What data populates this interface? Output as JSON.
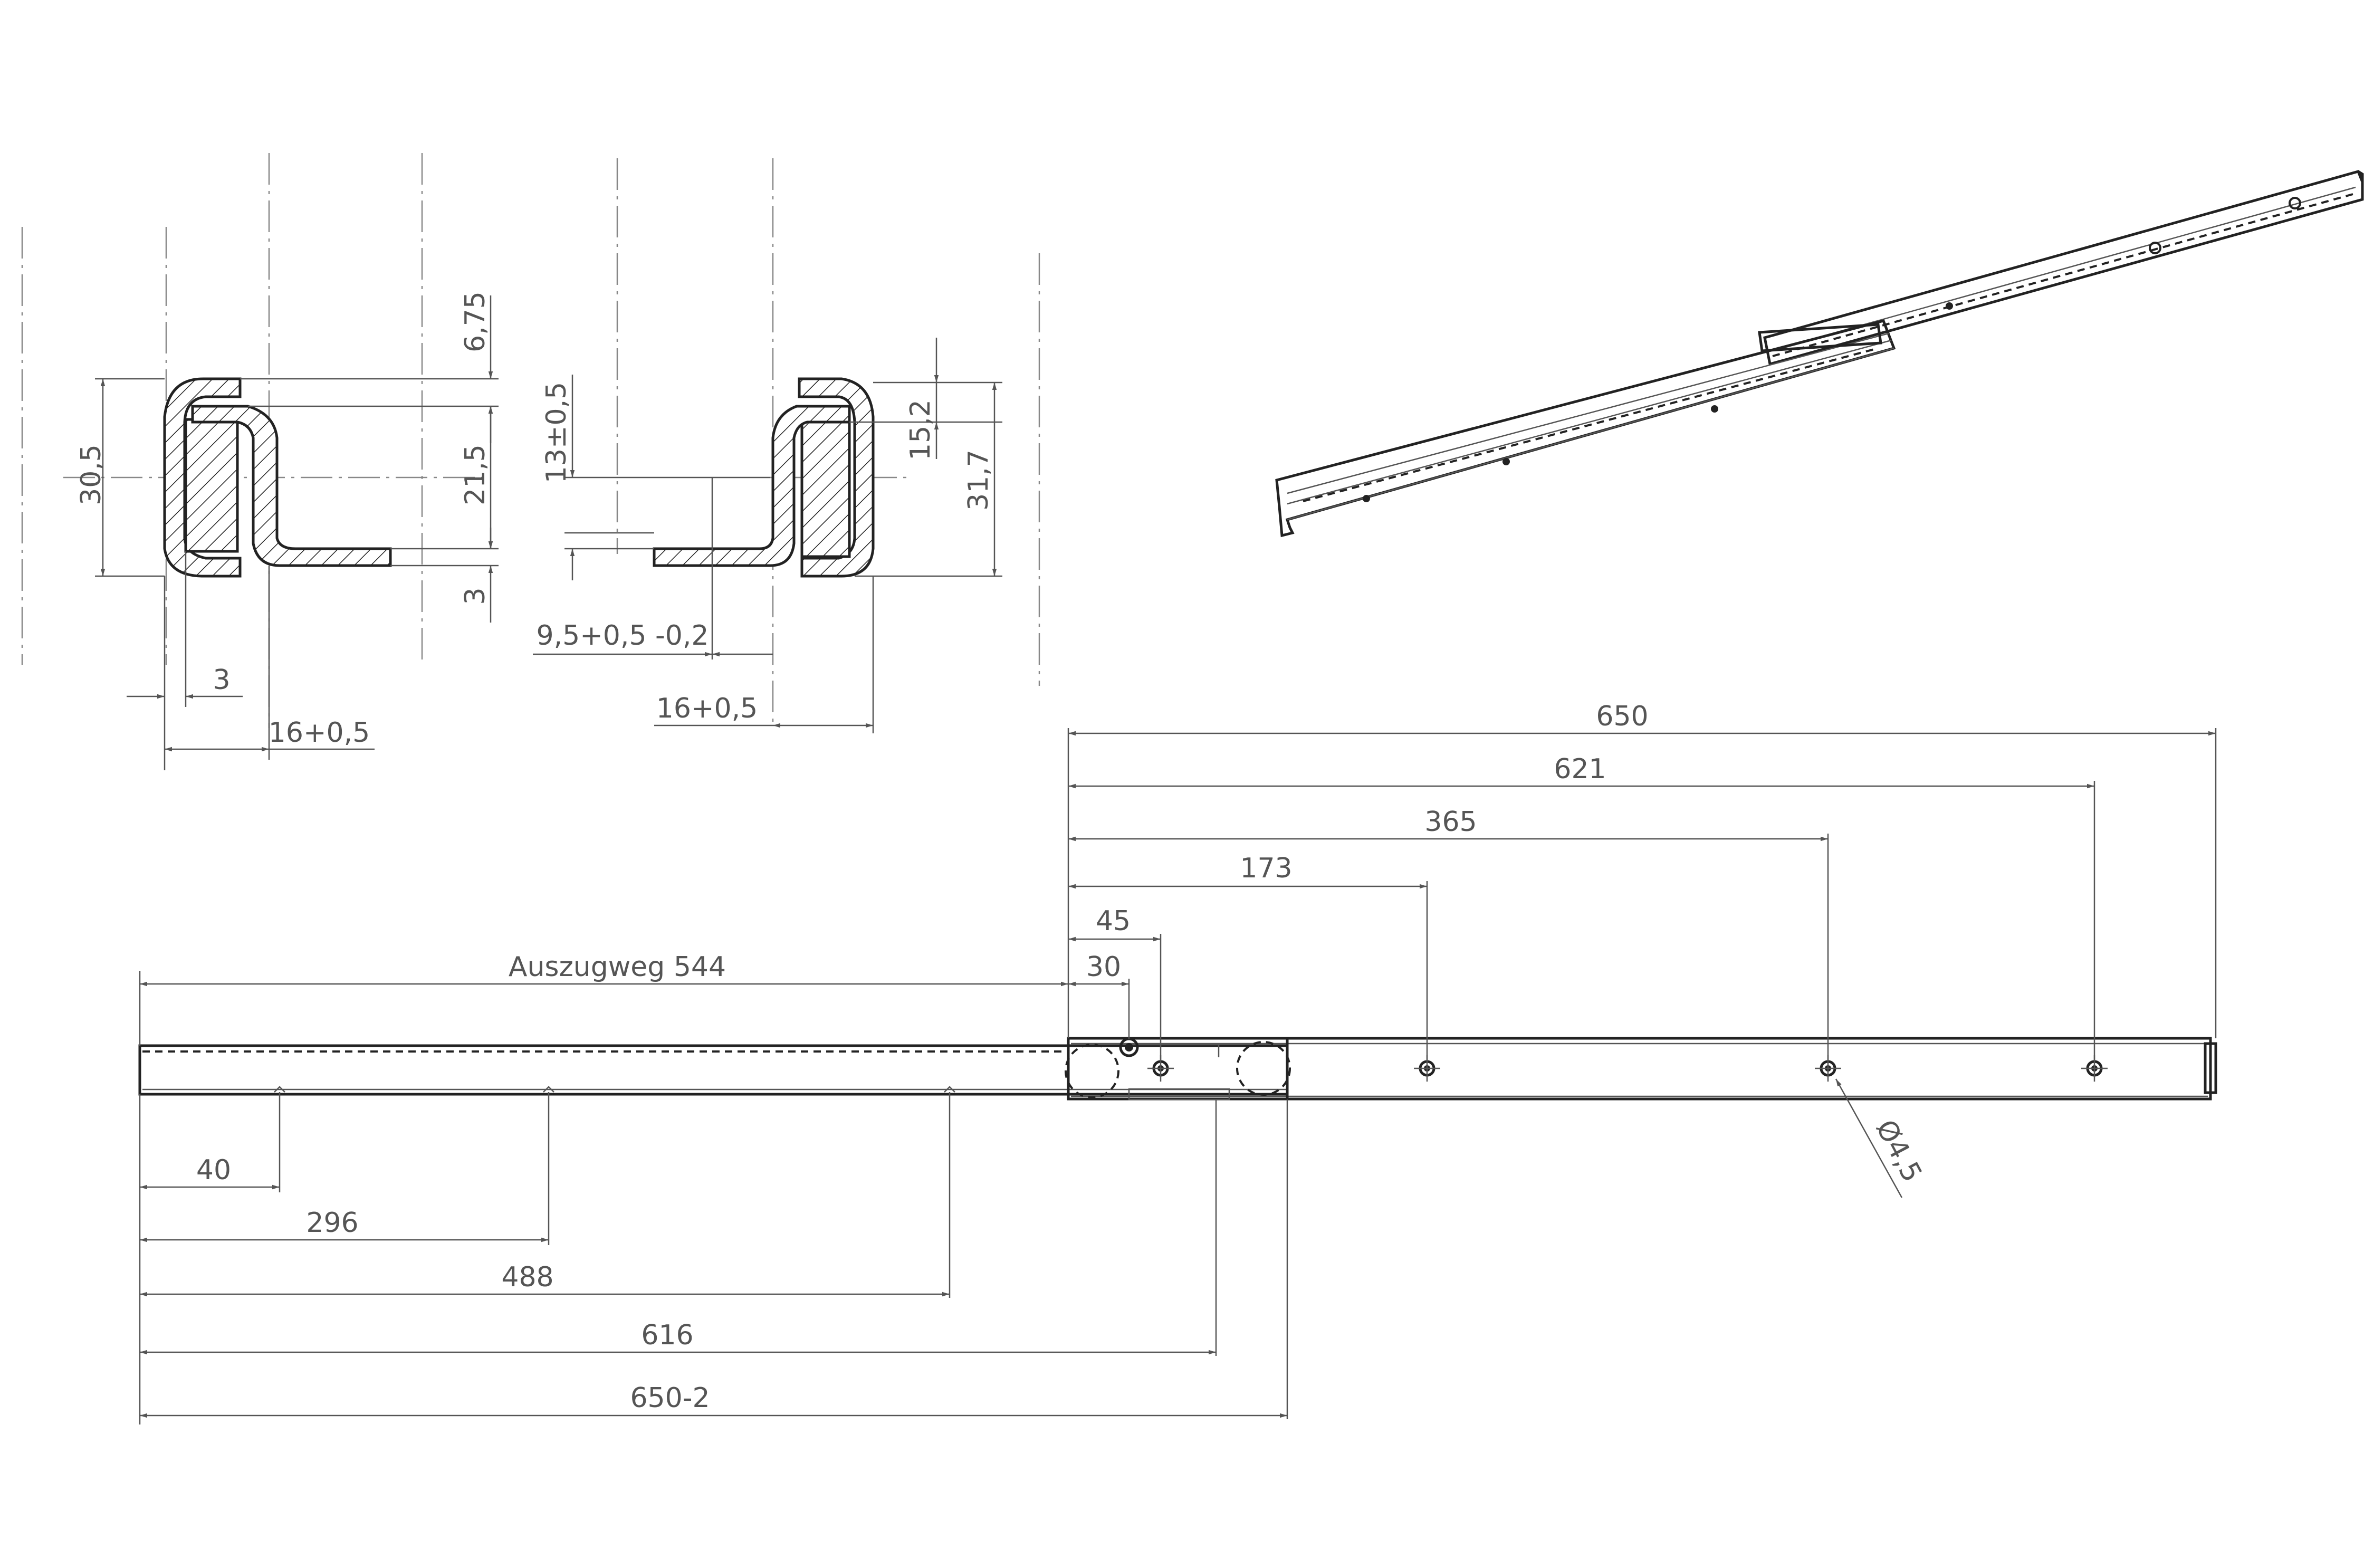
{
  "section_left": {
    "dims": {
      "h_30_5": "30,5",
      "h_6_75": "6,75",
      "h_21_5": "21,5",
      "h_3_vert": "3",
      "w_3": "3",
      "w_16": "16+0,5"
    }
  },
  "section_right": {
    "dims": {
      "h_13": "13±0,5",
      "h_15_2": "15,2",
      "h_31_7": "31,7",
      "w_9_5": "9,5+0,5 -0,2",
      "w_16": "16+0,5"
    }
  },
  "front_view": {
    "top_dims": [
      "650",
      "621",
      "365",
      "173",
      "45",
      "30"
    ],
    "travel_label": "Auszugweg 544",
    "bottom_dims": [
      "40",
      "296",
      "488",
      "616",
      "650-2"
    ],
    "hole_label": "Ø4,5"
  }
}
